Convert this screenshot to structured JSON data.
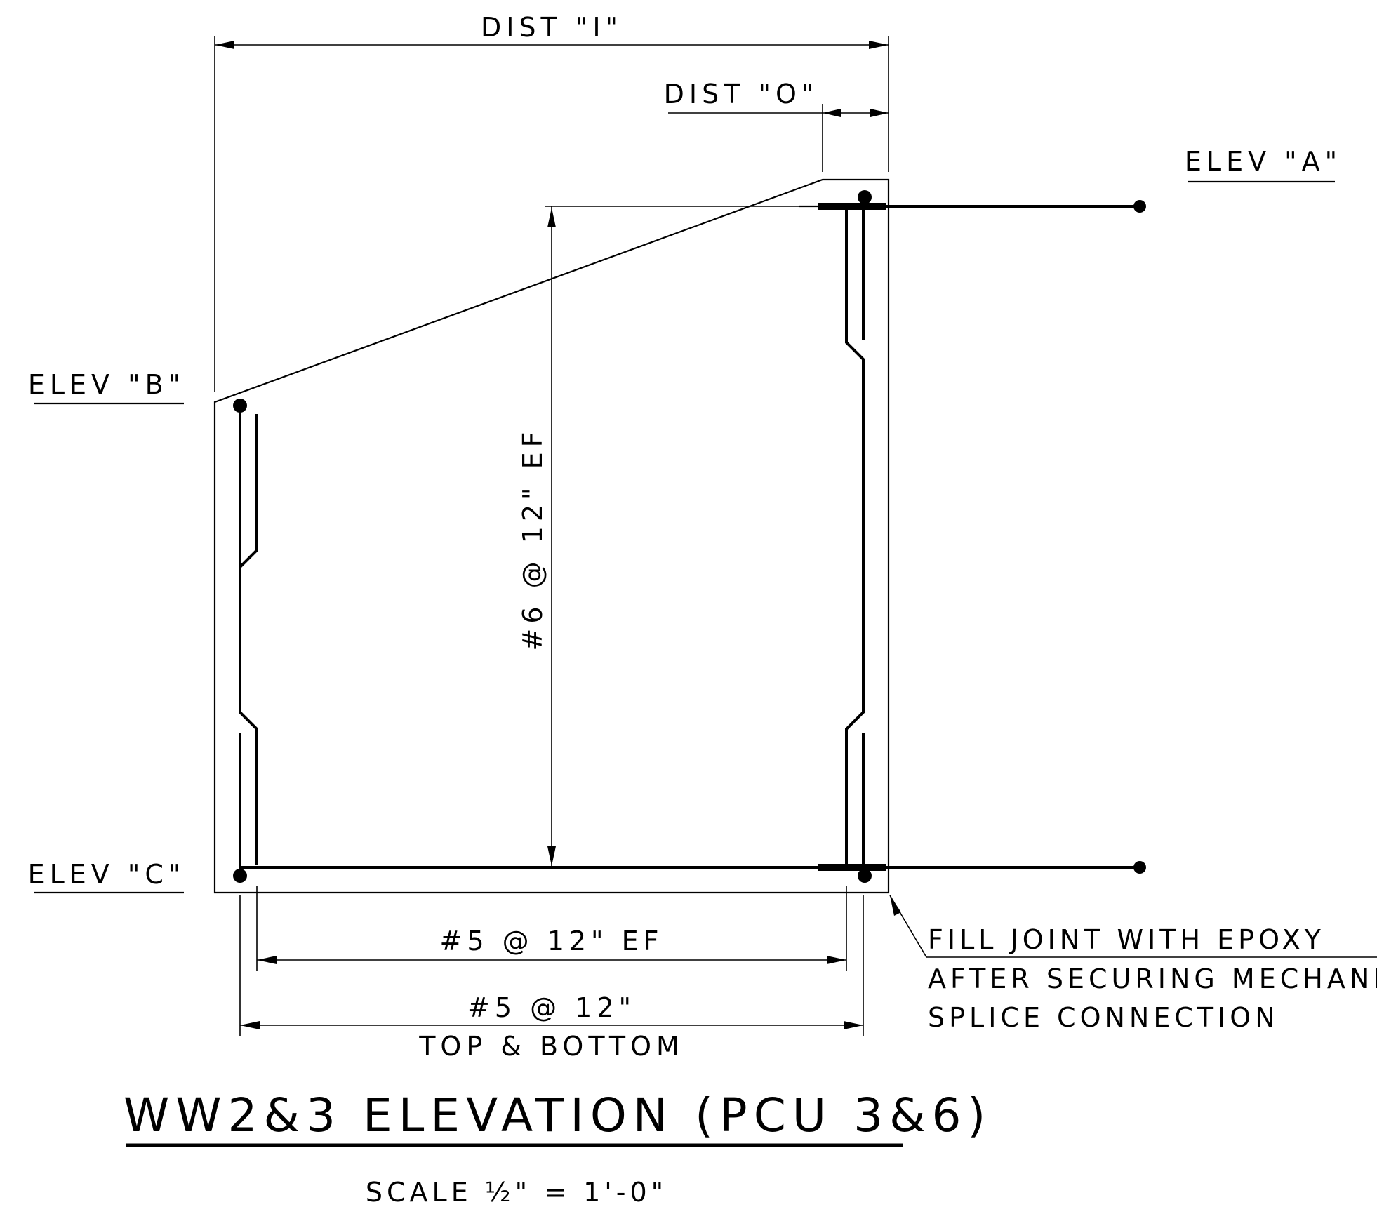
{
  "labels": {
    "dist_i": "DIST \"I\"",
    "dist_o": "DIST \"O\"",
    "elev_a": "ELEV \"A\"",
    "elev_b": "ELEV \"B\"",
    "elev_c": "ELEV \"C\"",
    "vertical_bars": "#6 @ 12\" EF",
    "bottom_bars": "#5 @ 12\" EF",
    "top_bottom_bars": "#5 @ 12\"",
    "top_bottom": "TOP & BOTTOM"
  },
  "note": {
    "line1": "FILL JOINT WITH EPOXY",
    "line2": "AFTER SECURING MECHANICA",
    "line3": "SPLICE CONNECTION"
  },
  "title": "WW2&3 ELEVATION (PCU 3&6)",
  "scale": "SCALE ½\" = 1'-0\""
}
